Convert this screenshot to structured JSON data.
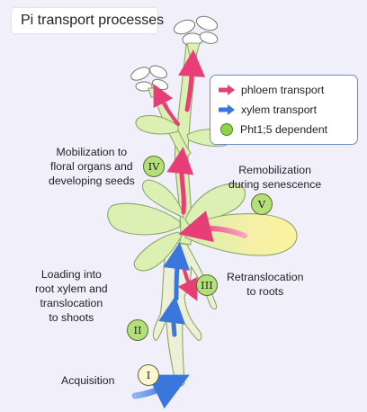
{
  "title": "Pi transport processes",
  "legend": {
    "phloem": "phloem transport",
    "xylem": "xylem transport",
    "pht": "Pht1;5 dependent"
  },
  "processes": {
    "acquisition": {
      "label": "Acquisition",
      "numeral": "I"
    },
    "loading": {
      "label": "Loading into\nroot xylem and\ntranslocation\nto shoots",
      "numeral": "II"
    },
    "retranslocation": {
      "label": "Retranslocation\nto roots",
      "numeral": "III"
    },
    "mobilization": {
      "label": "Mobilization to\nfloral organs and\ndeveloping seeds",
      "numeral": "IV"
    },
    "remobilization": {
      "label": "Remobilization\nduring senescence",
      "numeral": "V"
    }
  },
  "colors": {
    "background": "#f1effa",
    "plant_fill": "#ddf0b4",
    "plant_stroke": "#8aa86a",
    "root_fill": "#ecf0d4",
    "phloem_arrow": "#e83e78",
    "xylem_arrow": "#3f7fe0",
    "senescent_leaf": "#f6f0a0",
    "pht_marker": "#8fd14f",
    "legend_border": "#6e8dc2"
  }
}
